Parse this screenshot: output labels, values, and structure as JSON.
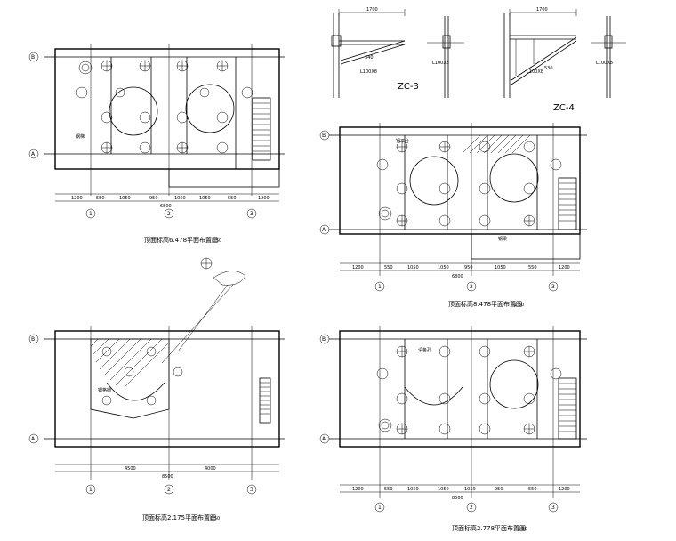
{
  "plans": [
    {
      "title": "顶面标高6.478平面布置图",
      "scale": "1:50",
      "axes_col": [
        "1",
        "2",
        "3"
      ],
      "axes_row": [
        "A",
        "B"
      ],
      "dims_bottom": [
        "1200",
        "550",
        "1050",
        "950",
        "1050",
        "1050",
        "550",
        "1200"
      ],
      "dim_total": "6800"
    },
    {
      "title": "顶面标高8.478平面布置图",
      "scale": "1:50",
      "axes_col": [
        "1",
        "2",
        "3"
      ],
      "axes_row": [
        "A",
        "B"
      ],
      "dims_bottom": [
        "1200",
        "550",
        "1050",
        "1050",
        "950",
        "1050",
        "550",
        "1200"
      ],
      "dim_total": "6800"
    },
    {
      "title": "顶面标高2.175平面布置图",
      "scale": "1:50",
      "axes_col": [
        "1",
        "2",
        "3"
      ],
      "axes_row": [
        "A",
        "B"
      ],
      "dims_bottom": [
        "4500",
        "4000"
      ],
      "dim_total": "8500"
    },
    {
      "title": "顶面标高2.778平面布置图",
      "scale": "1:50",
      "axes_col": [
        "1",
        "2",
        "3"
      ],
      "axes_row": [
        "A",
        "B"
      ],
      "dims_bottom": [
        "1200",
        "550",
        "1050",
        "1050",
        "1050",
        "950",
        "550",
        "1200"
      ],
      "dim_total": "8500"
    }
  ],
  "sections": [
    {
      "label": "ZC-3",
      "dims": [
        "1700",
        "340",
        "L100X8"
      ]
    },
    {
      "label": "ZC-4",
      "dims": [
        "1700",
        "530",
        "L100X8"
      ]
    }
  ],
  "labels": {
    "platform": "钢平台",
    "ladder": "钢梯",
    "beam": "钢梁",
    "grating": "钢格栅",
    "hole": "设备孔"
  }
}
